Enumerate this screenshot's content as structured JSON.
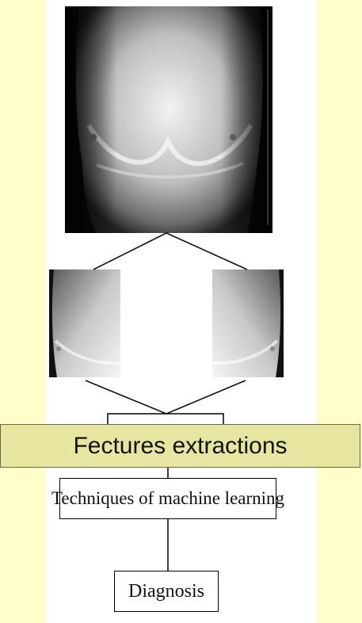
{
  "banner": {
    "label": "Fectures extractions"
  },
  "boxes": {
    "machine_learning": "Techniques of machine learning",
    "diagnosis": "Diagnosis"
  },
  "colors": {
    "slide_background": "#ffffcc",
    "banner_fill": "#e6e6a0",
    "thermogram_dark": "#0b0b0b"
  }
}
